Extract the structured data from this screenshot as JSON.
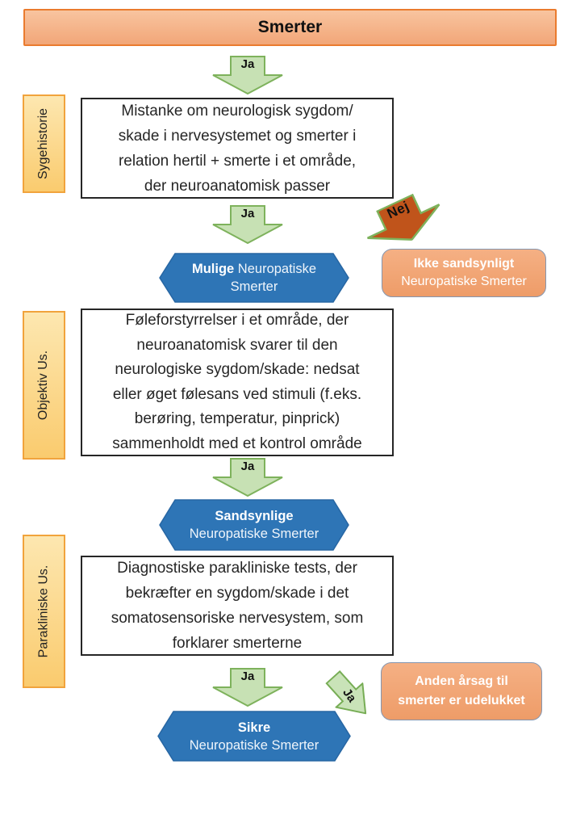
{
  "title_banner": {
    "label": "Smerter"
  },
  "decision_labels": {
    "yes": "Ja",
    "no": "Nej"
  },
  "phases": [
    {
      "label": "Sygehistorie"
    },
    {
      "label": "Objektiv Us."
    },
    {
      "label": "Parakliniske Us."
    }
  ],
  "criteria": [
    {
      "text": "Mistanke om neurologisk sygdom/\nskade i nervesystemet og smerter i\nrelation hertil + smerte i et område,\nder neuroanatomisk passer"
    },
    {
      "text": "Føleforstyrrelser i et område, der\nneuroanatomisk svarer til den\nneurologiske sygdom/skade: nedsat\neller øget følesans ved stimuli (f.eks.\nberøring, temperatur, pinprick)\nsammenholdt med et kontrol område"
    },
    {
      "text": "Diagnostiske parakliniske tests, der\nbekræfter en sygdom/skade i det\nsomatosensoriske nervesystem, som\nforklarer smerterne"
    }
  ],
  "classifications": [
    {
      "qualifier": "Mulige",
      "line1_rest": " Neuropatiske",
      "line2": "Smerter"
    },
    {
      "qualifier": "Sandsynlige",
      "line1_rest": "",
      "line2": "Neuropatiske Smerter"
    },
    {
      "qualifier": "Sikre",
      "line1_rest": "",
      "line2": "Neuropatiske Smerter"
    }
  ],
  "exit_outcomes": [
    {
      "line1": "Ikke sandsynligt",
      "line2": "Neuropatiske Smerter"
    },
    {
      "line1": "Anden årsag til",
      "line2": "smerter er udelukket"
    }
  ],
  "colors": {
    "banner_fill": "#F5B286",
    "banner_border": "#EA7B2E",
    "yes_arrow_fill": "#C7E1B4",
    "yes_arrow_border": "#7EB25C",
    "no_arrow_fill": "#C0541B",
    "phase_fill": "#FBD584",
    "phase_border": "#F1A33C",
    "hexagon_fill": "#2E75B6",
    "exit_fill": "#F2A97A",
    "exit_border": "#8496B0",
    "criteria_border": "#262626"
  }
}
